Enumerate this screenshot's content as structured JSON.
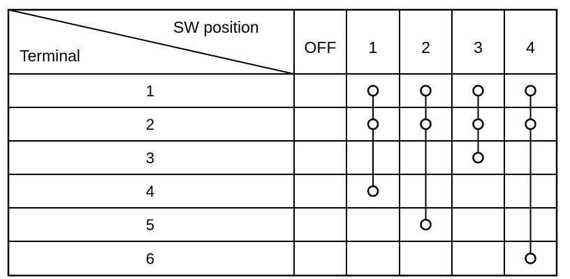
{
  "header": {
    "column_label": "SW position",
    "row_label": "Terminal",
    "positions": [
      "OFF",
      "1",
      "2",
      "3",
      "4"
    ]
  },
  "terminals": [
    "1",
    "2",
    "3",
    "4",
    "5",
    "6"
  ],
  "connections": [
    {
      "position": "OFF",
      "terminals": []
    },
    {
      "position": "1",
      "terminals": [
        "1",
        "2",
        "4"
      ]
    },
    {
      "position": "2",
      "terminals": [
        "1",
        "2",
        "5"
      ]
    },
    {
      "position": "3",
      "terminals": [
        "1",
        "2",
        "3"
      ]
    },
    {
      "position": "4",
      "terminals": [
        "1",
        "2",
        "6"
      ]
    }
  ],
  "colors": {
    "line": "#000000",
    "background": "#ffffff"
  }
}
